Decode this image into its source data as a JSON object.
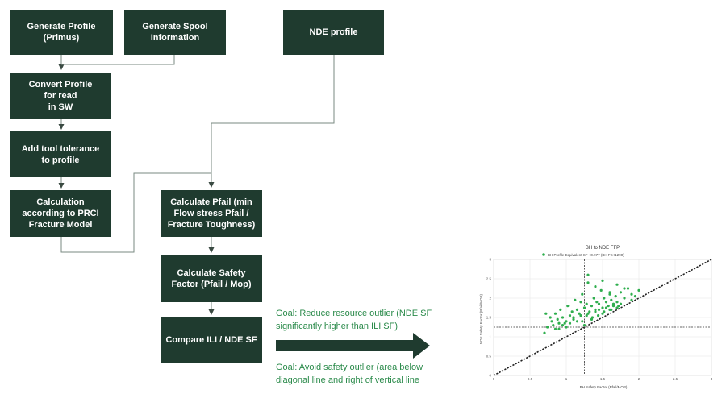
{
  "flow": {
    "generate_profile": "Generate Profile\n(Primus)",
    "generate_spool": "Generate Spool\nInformation",
    "nde_profile": "NDE profile",
    "convert_profile": "Convert Profile\nfor read\nin SW",
    "add_tolerance": "Add tool tolerance\nto profile",
    "calculation_prci": "Calculation\naccording to PRCI\nFracture Model",
    "calculate_pfail": "Calculate Pfail  (min\nFlow stress Pfail /\nFracture Toughness)",
    "calculate_sf": "Calculate Safety\nFactor (Pfail / Mop)",
    "compare": "Compare ILI / NDE SF"
  },
  "goals": {
    "reduce": "Goal: Reduce resource outlier (NDE SF\nsignificantly higher than ILI SF)",
    "avoid": "Goal: Avoid safety outlier (area below\ndiagonal line and right of vertical line"
  },
  "colors": {
    "box": "#1f3b2f",
    "goal_text": "#2a8a4a",
    "points": "#2fae4e"
  },
  "chart_data": {
    "type": "scatter",
    "title": "BH to NDE FFP",
    "xlabel": "BH Safety Factor (Pfail/MOP)",
    "ylabel": "NDE Safety Factor (Pfail/MOP)",
    "xlim": [
      0,
      3
    ],
    "ylim": [
      0,
      3
    ],
    "xticks": [
      "0",
      "0.5",
      "1",
      "1.5",
      "2",
      "2.5",
      "3"
    ],
    "yticks": [
      "0",
      "0.5",
      "1",
      "1.5",
      "2",
      "2.5",
      "3"
    ],
    "legend": "BH Profile Equivalent SF <0.977 (BH FS<1290)",
    "legend_position": "top",
    "grid": true,
    "reference_lines": {
      "vertical_x": 1.25,
      "horizontal_y": 1.25,
      "diagonal": true
    },
    "series": [
      {
        "name": "BH Profile Equivalent SF <0.977 (BH FS<1290)",
        "x": [
          0.7,
          0.72,
          0.74,
          0.78,
          0.8,
          0.82,
          0.85,
          0.88,
          0.9,
          0.92,
          0.95,
          0.98,
          1.0,
          1.02,
          1.05,
          1.08,
          1.1,
          1.12,
          1.15,
          1.18,
          1.2,
          1.22,
          1.25,
          1.28,
          1.3,
          1.32,
          1.35,
          1.38,
          1.4,
          1.42,
          1.45,
          1.48,
          1.5,
          1.52,
          1.55,
          1.58,
          1.6,
          1.62,
          1.65,
          1.68,
          1.7,
          1.75,
          1.8,
          1.85,
          1.9,
          1.95,
          2.0,
          1.1,
          1.15,
          1.2,
          1.3,
          1.35,
          1.4,
          1.45,
          1.5,
          1.55,
          1.6,
          1.65,
          1.7,
          1.75,
          0.95,
          1.0,
          1.05,
          1.25,
          1.3,
          1.4,
          1.5,
          1.6,
          1.7,
          1.8,
          0.85,
          0.9,
          1.22,
          1.28,
          1.36,
          1.44,
          1.52,
          1.62,
          1.72,
          1.9
        ],
        "y": [
          1.1,
          1.6,
          1.25,
          1.5,
          1.4,
          1.3,
          1.6,
          1.45,
          1.2,
          1.7,
          1.5,
          1.35,
          1.4,
          1.8,
          1.55,
          1.65,
          1.45,
          1.95,
          1.7,
          1.6,
          1.9,
          2.1,
          1.75,
          1.85,
          2.4,
          1.65,
          1.8,
          2.0,
          1.7,
          1.9,
          1.85,
          2.2,
          1.75,
          2.0,
          1.9,
          1.8,
          2.1,
          1.95,
          1.85,
          2.05,
          1.9,
          2.15,
          2.0,
          2.25,
          2.1,
          2.05,
          2.2,
          1.5,
          1.4,
          1.55,
          1.6,
          1.45,
          1.65,
          1.7,
          1.6,
          1.75,
          1.7,
          1.8,
          1.75,
          1.85,
          1.3,
          1.25,
          1.35,
          1.3,
          2.6,
          2.3,
          2.45,
          2.15,
          2.35,
          2.25,
          1.2,
          1.35,
          1.4,
          1.55,
          1.5,
          1.55,
          1.65,
          1.7,
          1.8,
          1.95
        ]
      }
    ]
  }
}
